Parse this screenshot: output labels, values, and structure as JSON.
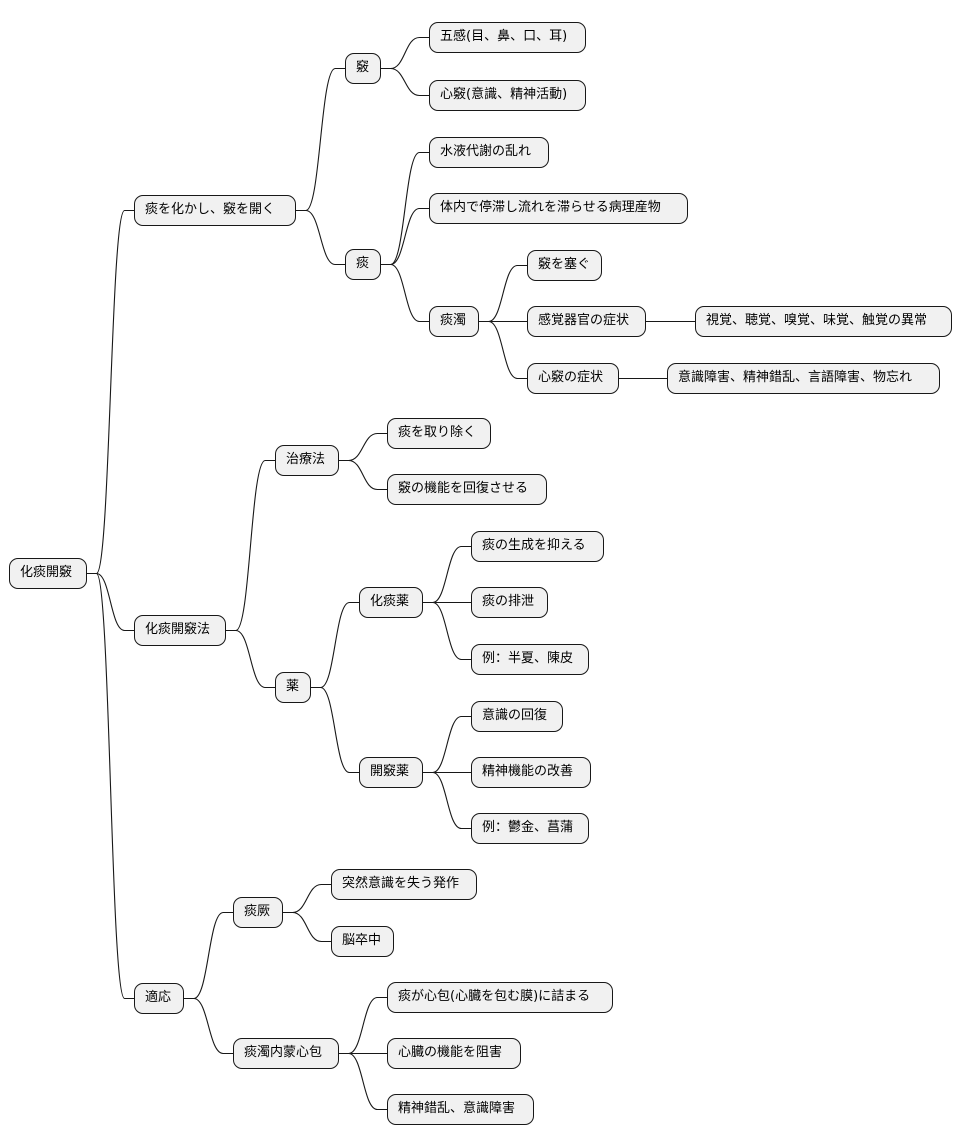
{
  "nodes": {
    "root": "化痰開竅",
    "n1": "痰を化かし、竅を開く",
    "n1_1": "竅",
    "n1_1_1": "五感(目、鼻、口、耳)",
    "n1_1_2": "心竅(意識、精神活動)",
    "n1_2": "痰",
    "n1_2_1": "水液代謝の乱れ",
    "n1_2_2": "体内で停滞し流れを滞らせる病理産物",
    "n1_2_3": "痰濁",
    "n1_2_3_1": "竅を塞ぐ",
    "n1_2_3_2": "感覚器官の症状",
    "n1_2_3_2_1": "視覚、聴覚、嗅覚、味覚、触覚の異常",
    "n1_2_3_3": "心竅の症状",
    "n1_2_3_3_1": "意識障害、精神錯乱、言語障害、物忘れ",
    "n2": "化痰開竅法",
    "n2_1": "治療法",
    "n2_1_1": "痰を取り除く",
    "n2_1_2": "竅の機能を回復させる",
    "n2_2": "薬",
    "n2_2_1": "化痰薬",
    "n2_2_1_1": "痰の生成を抑える",
    "n2_2_1_2": "痰の排泄",
    "n2_2_1_3": "例：半夏、陳皮",
    "n2_2_2": "開竅薬",
    "n2_2_2_1": "意識の回復",
    "n2_2_2_2": "精神機能の改善",
    "n2_2_2_3": "例：鬱金、菖蒲",
    "n3": "適応",
    "n3_1": "痰厥",
    "n3_1_1": "突然意識を失う発作",
    "n3_1_2": "脳卒中",
    "n3_2": "痰濁内蒙心包",
    "n3_2_1": "痰が心包(心臓を包む膜)に詰まる",
    "n3_2_2": "心臓の機能を阻害",
    "n3_2_3": "精神錯乱、意識障害"
  }
}
